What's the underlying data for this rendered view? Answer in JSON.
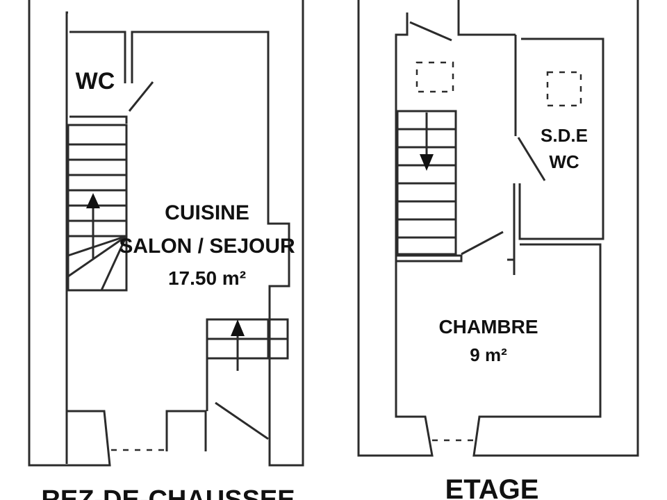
{
  "ground_floor": {
    "title": "REZ-DE-CHAUSSEE",
    "wc_label": "WC",
    "main_room": {
      "line1": "CUISINE",
      "line2": "SALON / SEJOUR",
      "area": "17.50 m²"
    }
  },
  "upper_floor": {
    "title": "ETAGE",
    "bathroom": {
      "line1": "S.D.E",
      "line2": "WC"
    },
    "bedroom": {
      "line1": "CHAMBRE",
      "area": "9 m²"
    }
  }
}
